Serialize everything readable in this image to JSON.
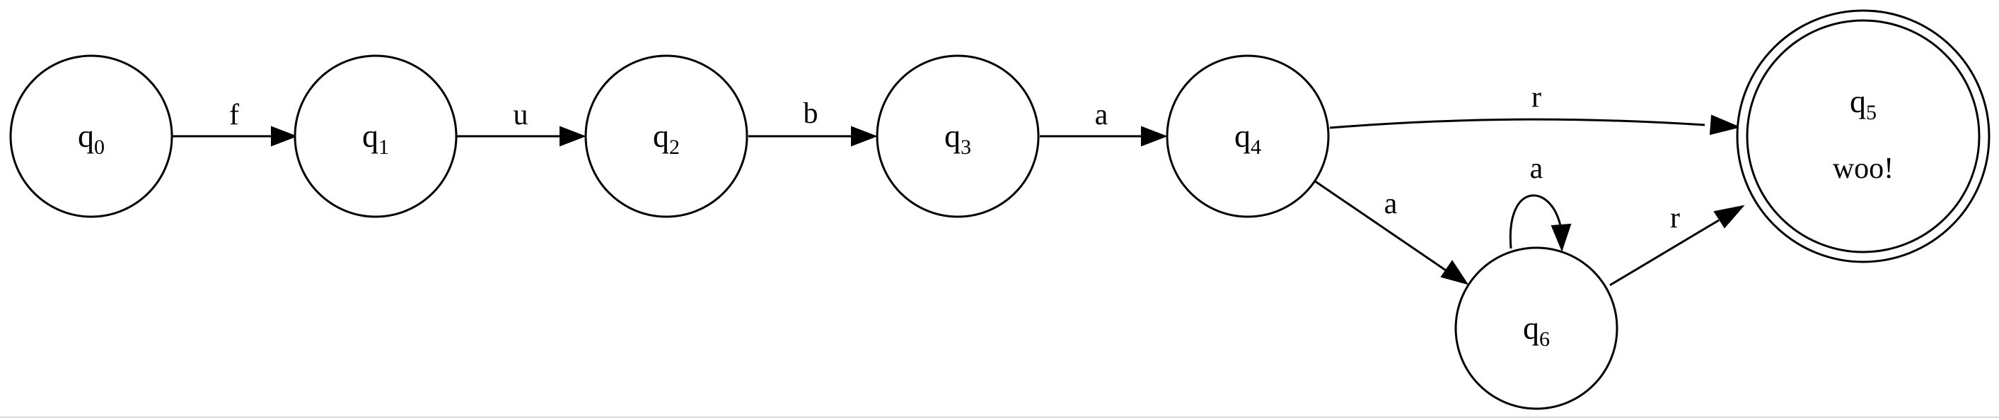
{
  "states": [
    {
      "id": "q0",
      "base": "q",
      "sub": "0",
      "accepting": false,
      "extra": ""
    },
    {
      "id": "q1",
      "base": "q",
      "sub": "1",
      "accepting": false,
      "extra": ""
    },
    {
      "id": "q2",
      "base": "q",
      "sub": "2",
      "accepting": false,
      "extra": ""
    },
    {
      "id": "q3",
      "base": "q",
      "sub": "3",
      "accepting": false,
      "extra": ""
    },
    {
      "id": "q4",
      "base": "q",
      "sub": "4",
      "accepting": false,
      "extra": ""
    },
    {
      "id": "q5",
      "base": "q",
      "sub": "5",
      "accepting": true,
      "extra": "woo!"
    },
    {
      "id": "q6",
      "base": "q",
      "sub": "6",
      "accepting": false,
      "extra": ""
    }
  ],
  "edges": [
    {
      "from": "q0",
      "to": "q1",
      "label": "f"
    },
    {
      "from": "q1",
      "to": "q2",
      "label": "u"
    },
    {
      "from": "q2",
      "to": "q3",
      "label": "b"
    },
    {
      "from": "q3",
      "to": "q4",
      "label": "a"
    },
    {
      "from": "q4",
      "to": "q5",
      "label": "r"
    },
    {
      "from": "q4",
      "to": "q6",
      "label": "a"
    },
    {
      "from": "q6",
      "to": "q6",
      "label": "a"
    },
    {
      "from": "q6",
      "to": "q5",
      "label": "r"
    }
  ],
  "colors": {
    "stroke": "#000000",
    "fill": "#ffffff",
    "background": "#ffffff"
  }
}
